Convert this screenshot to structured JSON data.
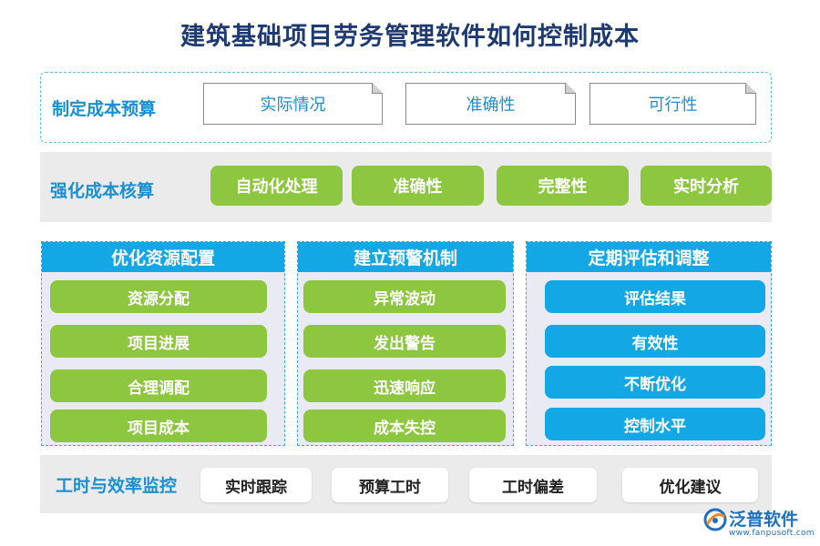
{
  "title": "建筑基础项目劳务管理软件如何控制成本",
  "budget": {
    "label": "制定成本预算",
    "items": [
      "实际情况",
      "准确性",
      "可行性"
    ]
  },
  "accounting": {
    "label": "强化成本核算",
    "items": [
      "自动化处理",
      "准确性",
      "完整性",
      "实时分析"
    ]
  },
  "columns": [
    {
      "title": "优化资源配置",
      "items": [
        "资源分配",
        "项目进展",
        "合理调配",
        "项目成本"
      ]
    },
    {
      "title": "建立预警机制",
      "items": [
        "异常波动",
        "发出警告",
        "迅速响应",
        "成本失控"
      ]
    },
    {
      "title": "定期评估和调整",
      "items": [
        "评估结果",
        "有效性",
        "不断优化",
        "控制水平"
      ]
    }
  ],
  "monitoring": {
    "label": "工时与效率监控",
    "items": [
      "实时跟踪",
      "预算工时",
      "工时偏差",
      "优化建议"
    ]
  },
  "logo": {
    "name": "泛普软件",
    "url": "www.fanpusoft.com"
  },
  "colors": {
    "title": "#1f3a70",
    "accent_blue": "#14a7e6",
    "accent_green": "#8dc63f",
    "label_blue": "#1a8fd1"
  }
}
